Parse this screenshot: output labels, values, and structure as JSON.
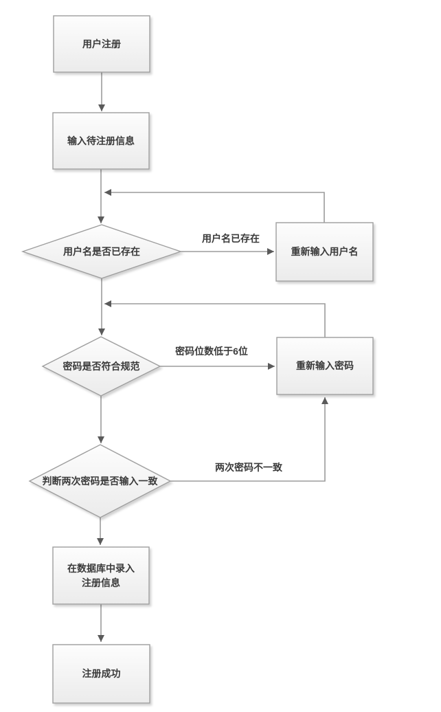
{
  "diagram": {
    "nodes": {
      "start": {
        "label": "用户注册"
      },
      "input_info": {
        "label": "输入待注册信息"
      },
      "check_username": {
        "label": "用户名是否已存在"
      },
      "reenter_username": {
        "label": "重新输入用户名"
      },
      "check_password": {
        "label": "密码是否符合规范"
      },
      "reenter_password": {
        "label": "重新输入密码"
      },
      "check_match": {
        "label": "判断两次密码是否输入一致"
      },
      "save_db": {
        "label_line1": "在数据库中录入",
        "label_line2": "注册信息"
      },
      "success": {
        "label": "注册成功"
      }
    },
    "edge_labels": {
      "username_exists": "用户名已存在",
      "password_too_short": "密码位数低于6位",
      "passwords_mismatch": "两次密码不一致"
    },
    "colors": {
      "shape_fill_top": "#fdfdfd",
      "shape_fill_bottom": "#ebebeb",
      "shape_border": "#9e9e9e",
      "connector_line": "#9b9b9b",
      "arrowhead": "#5a5a5a",
      "text": "#3a3a3a",
      "background": "#ffffff"
    }
  }
}
